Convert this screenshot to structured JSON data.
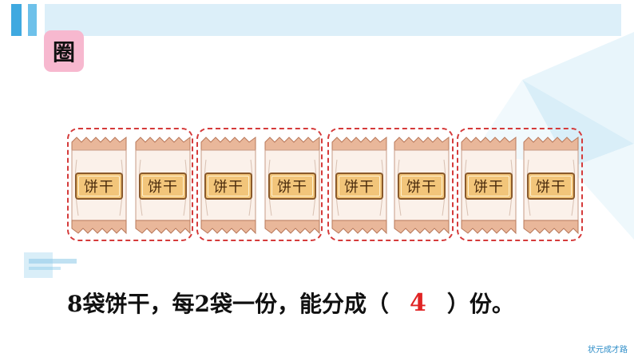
{
  "badge": {
    "text": "圈"
  },
  "packs": [
    {
      "label": "饼干"
    },
    {
      "label": "饼干"
    },
    {
      "label": "饼干"
    },
    {
      "label": "饼干"
    },
    {
      "label": "饼干"
    },
    {
      "label": "饼干"
    },
    {
      "label": "饼干"
    },
    {
      "label": "饼干"
    }
  ],
  "sentence": {
    "part1": "8袋饼干，每2袋一份，能分成（",
    "answer": "4",
    "part2": "）份。"
  },
  "brand": {
    "text": "状元成才路"
  },
  "colors": {
    "accent_blue": "#3fa9e0",
    "badge_pink": "#f7b8cf",
    "answer_red": "#e02424",
    "circle_red": "#d53a3a"
  }
}
